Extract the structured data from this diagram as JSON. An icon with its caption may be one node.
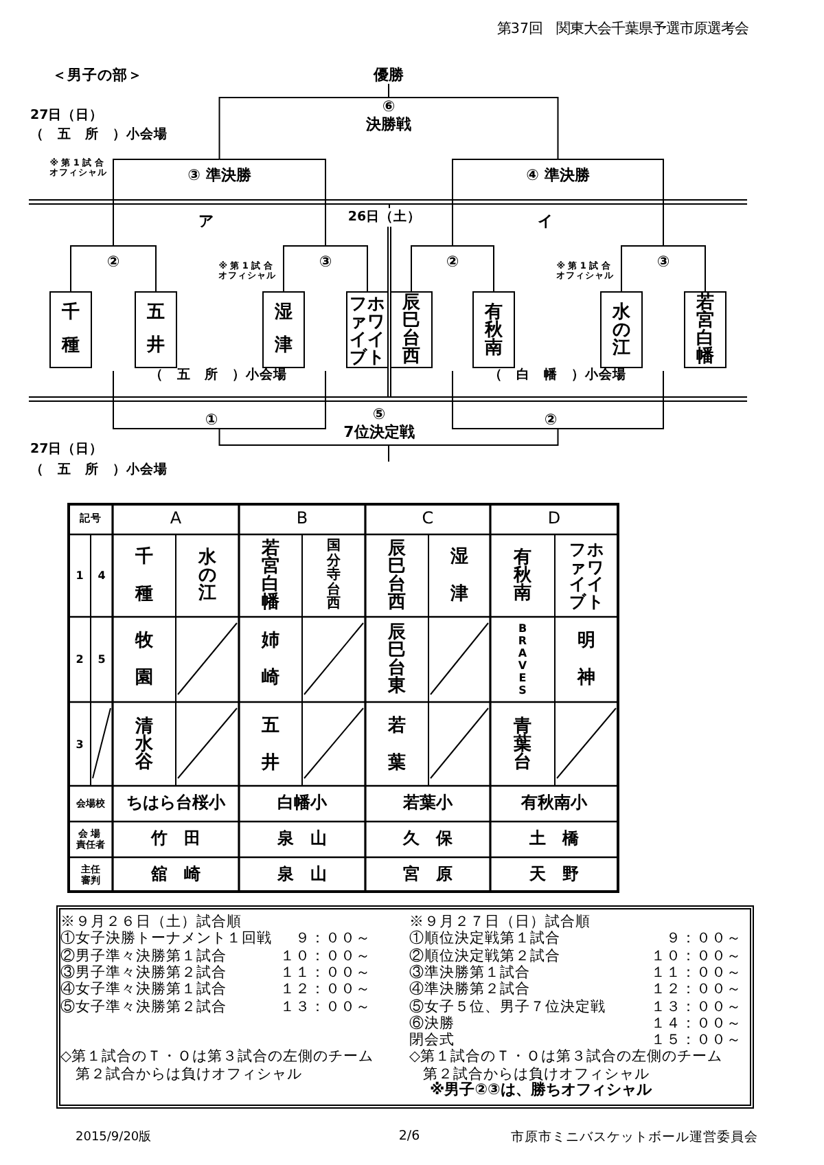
{
  "diagram": {
    "title": "第37回　関東大会千葉県予選市原選考会",
    "nodes": [
      {
        "text": [
          "優勝"
        ]
      },
      {
        "text": [
          "⑥",
          "決勝戦"
        ]
      },
      {
        "text": [
          "③ 準決勝"
        ]
      },
      {
        "text": [
          "④ 準決勝"
        ]
      },
      {
        "text": [
          "②"
        ]
      },
      {
        "text": [
          "③"
        ]
      },
      {
        "text": [
          "②"
        ]
      },
      {
        "text": [
          "③"
        ]
      },
      {
        "text": [
          "千種"
        ]
      },
      {
        "text": [
          "五井"
        ]
      },
      {
        "text": [
          "湿津"
        ]
      },
      {
        "text": [
          "ホワイトファイブ"
        ]
      },
      {
        "text": [
          "辰巳台西"
        ]
      },
      {
        "text": [
          "有秋南"
        ]
      },
      {
        "text": [
          "水の江"
        ]
      },
      {
        "text": [
          "若宮白幡"
        ]
      },
      {
        "text": [
          "①"
        ]
      },
      {
        "text": [
          "⑤",
          "7位決定戦"
        ]
      },
      {
        "text": [
          "②"
        ]
      },
      {
        "text": [
          "※９月２６日（土）試合順",
          "①女子決勝トーナメント１回戦",
          "９：００～",
          "②男子準々決勝第１試合",
          "１０：００～",
          "③男子準々決勝第２試合",
          "１１：００～",
          "④女子準々決勝第１試合",
          "１２：００～",
          "⑤女子準々決勝第２試合",
          "１３：００～",
          "◇第１試合のＴ・Ｏは第３試合の左側のチーム",
          "第２試合からは負けオフィシャル",
          "※９月２７日（日）試合順",
          "①順位決定戦第１試合",
          "９：００～",
          "②順位決定戦第２試合",
          "１０：００～",
          "③準決勝第１試合",
          "１１：００～",
          "④準決勝第２試合",
          "１２：００～",
          "⑤女子５位、男子７位決定戦",
          "１３：００～",
          "⑥決勝",
          "１４：００～",
          "閉会式",
          "１５：００～",
          "◇第１試合のＴ・Ｏは第３試合の左側のチーム",
          "第２試合からは負けオフィシャル",
          "※男子②③は、勝ちオフィシャル"
        ]
      }
    ],
    "edges": [
      {
        "from": 8,
        "to": 4,
        "arrow": "none"
      },
      {
        "from": 9,
        "to": 4,
        "arrow": "none"
      },
      {
        "from": 10,
        "to": 5,
        "arrow": "none"
      },
      {
        "from": 11,
        "to": 5,
        "arrow": "none"
      },
      {
        "from": 12,
        "to": 6,
        "arrow": "none"
      },
      {
        "from": 13,
        "to": 6,
        "arrow": "none"
      },
      {
        "from": 14,
        "to": 7,
        "arrow": "none"
      },
      {
        "from": 15,
        "to": 7,
        "arrow": "none"
      },
      {
        "from": 4,
        "to": 2,
        "arrow": "none"
      },
      {
        "from": 5,
        "to": 2,
        "arrow": "none"
      },
      {
        "from": 6,
        "to": 3,
        "arrow": "none"
      },
      {
        "from": 7,
        "to": 3,
        "arrow": "none"
      },
      {
        "from": 2,
        "to": 1,
        "arrow": "none"
      },
      {
        "from": 3,
        "to": 1,
        "arrow": "none"
      },
      {
        "from": 1,
        "to": 0,
        "arrow": "none"
      },
      {
        "from": null,
        "to": 16,
        "arrow": "none"
      },
      {
        "from": null,
        "to": 16,
        "arrow": "none"
      },
      {
        "from": null,
        "to": 18,
        "arrow": "none"
      },
      {
        "from": null,
        "to": 18,
        "arrow": "none"
      },
      {
        "from": 16,
        "to": 17,
        "arrow": "none"
      },
      {
        "from": 18,
        "to": 17,
        "arrow": "none"
      },
      {
        "from": 17,
        "to": null,
        "arrow": "none"
      }
    ],
    "labels": [
      "＜男子の部＞",
      "27日（日）",
      "（　五　所　）小会場",
      "※第1試合オフィシャル",
      "ア",
      "26日（土）",
      "イ",
      "※第1試合オフィシャル",
      "※第1試合オフィシャル",
      "（　五　所　）小会場",
      "（　白　幡　）小会場",
      "27日（日）",
      "（　五　所　）小会場",
      "記号",
      "A",
      "B",
      "C",
      "D",
      "1",
      "4",
      "千種",
      "水の江",
      "若宮白幡",
      "国分寺台西",
      "辰巳台西",
      "湿津",
      "有秋南",
      "ホワイトファイブ",
      "2",
      "5",
      "牧園",
      "姉崎",
      "辰巳台東",
      "BRAVES",
      "明神",
      "3",
      "清水谷",
      "五井",
      "若葉",
      "青葉台",
      "会場校",
      "ちはら台桜小",
      "白幡小",
      "若葉小",
      "有秋南小",
      "会場責任者",
      "竹　田",
      "泉　山",
      "久　保",
      "土　橋",
      "主任審判",
      "舘　崎",
      "泉　山",
      "宮　原",
      "天　野",
      "2015/9/20版",
      "2/6",
      "市原市ミニバスケットボール運営委員会"
    ]
  }
}
